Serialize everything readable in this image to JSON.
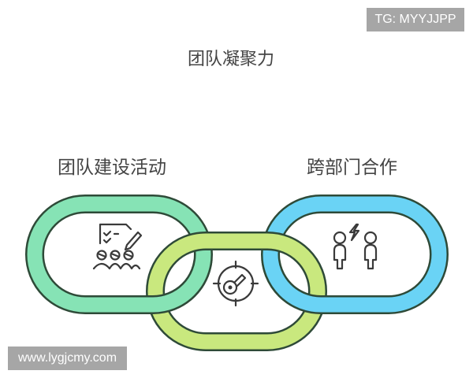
{
  "watermarks": {
    "top_right": "TG: MYYJJPP",
    "bottom_left": "www.lygjcmy.com"
  },
  "diagram": {
    "title": "团队凝聚力",
    "links": [
      {
        "label": "团队建设活动",
        "icon": "team-checklist-icon",
        "color": "#86e3b5"
      },
      {
        "label": "",
        "icon": "target-key-icon",
        "color": "#c9e87e"
      },
      {
        "label": "跨部门合作",
        "icon": "people-conflict-icon",
        "color": "#6ad3f5"
      }
    ],
    "outline_color": "#2e4a38",
    "icon_color": "#3a3a3a"
  }
}
